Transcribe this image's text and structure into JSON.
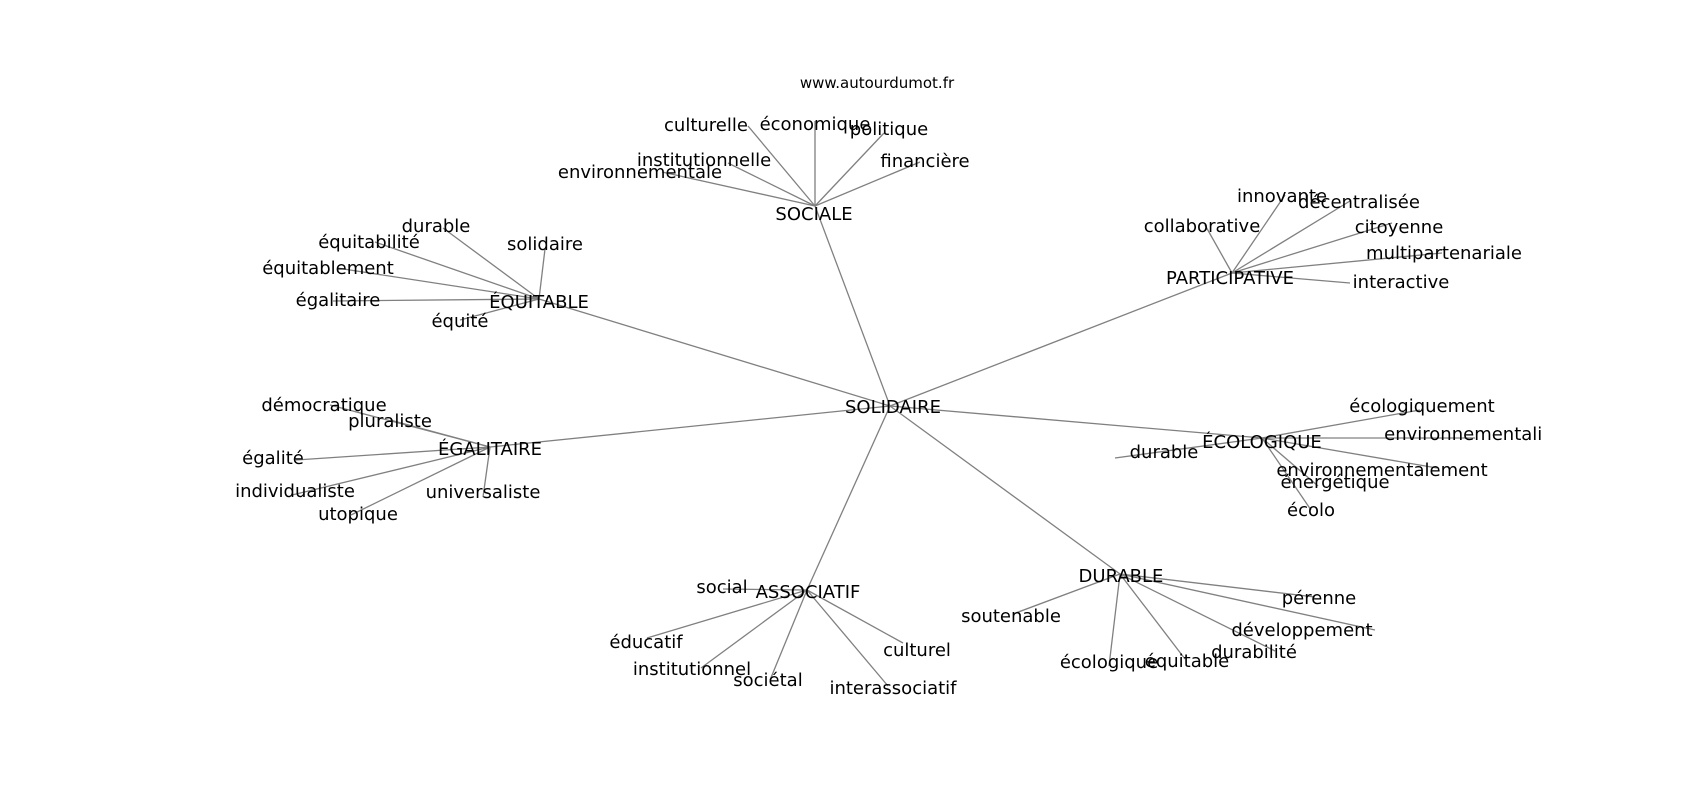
{
  "source": "www.autourdumot.fr",
  "center": "SOLIDAIRE",
  "clusters": [
    {
      "label": "SOCIALE",
      "words": [
        "culturelle",
        "économique",
        "politique",
        "institutionnelle",
        "environnementale",
        "financière"
      ]
    },
    {
      "label": "PARTICIPATIVE",
      "words": [
        "innovante",
        "décentralisée",
        "collaborative",
        "citoyenne",
        "multipartenariale",
        "interactive"
      ]
    },
    {
      "label": "ÉQUITABLE",
      "words": [
        "durable",
        "équitabilité",
        "solidaire",
        "équitablement",
        "égalitaire",
        "équité"
      ]
    },
    {
      "label": "ÉGALITAIRE",
      "words": [
        "démocratique",
        "pluraliste",
        "égalité",
        "individualiste",
        "universaliste",
        "utopique"
      ]
    },
    {
      "label": "ÉCOLOGIQUE",
      "words": [
        "écologiquement",
        "environnementaliste",
        "durable",
        "environnementalement",
        "énergétique",
        "écolo"
      ]
    },
    {
      "label": "ASSOCIATIF",
      "words": [
        "social",
        "éducatif",
        "culturel",
        "institutionnel",
        "sociétal",
        "interassociatif"
      ]
    },
    {
      "label": "DURABLE",
      "words": [
        "pérenne",
        "soutenable",
        "développement",
        "durabilité",
        "écologique",
        "équitable"
      ]
    }
  ]
}
